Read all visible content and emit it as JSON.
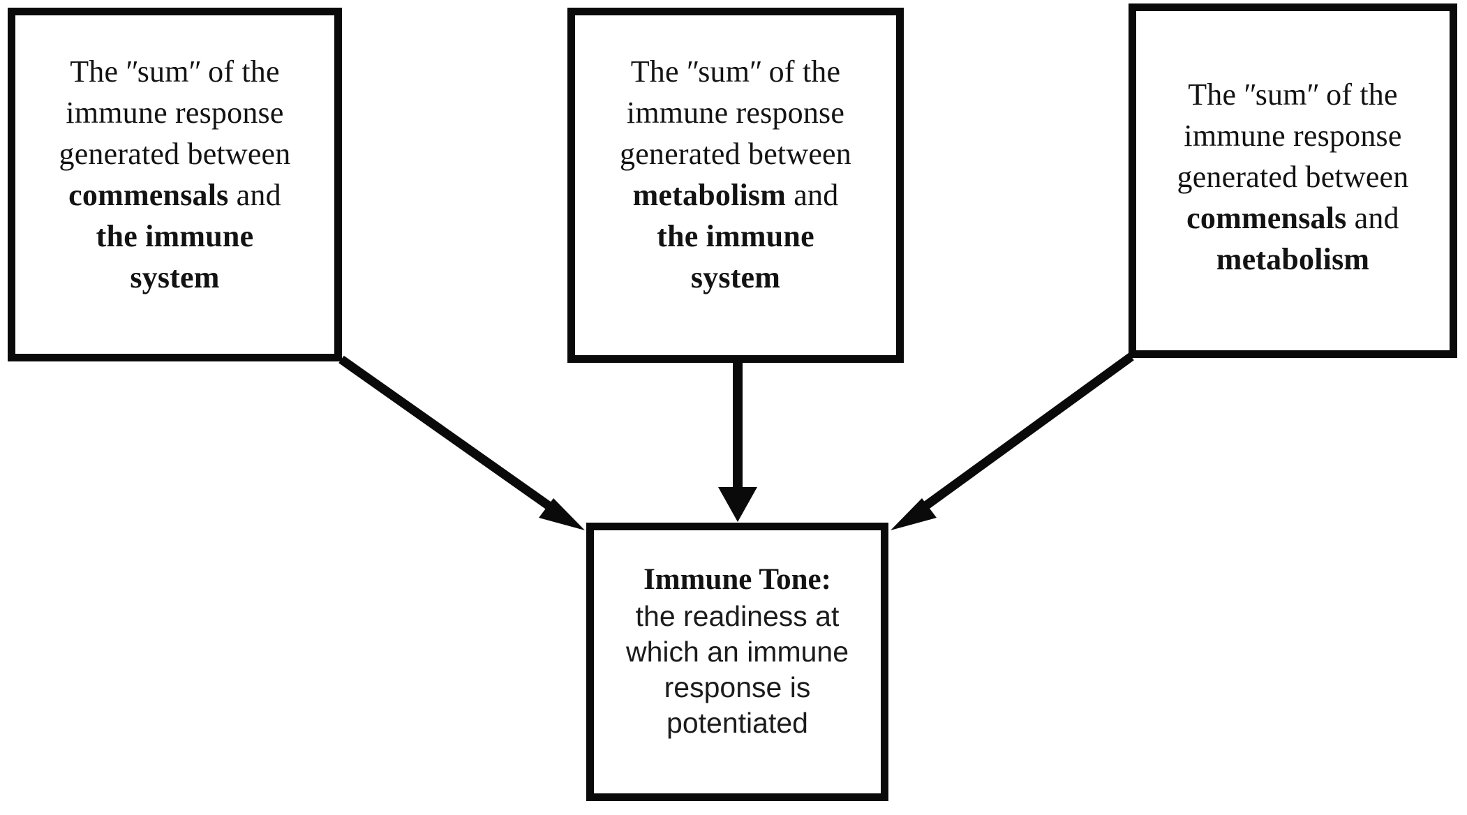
{
  "diagram": {
    "title": "Immune Tone conceptual diagram",
    "background_color": "#ffffff",
    "line_color": "#0a0a0a",
    "text_color": "#131313",
    "nodes": {
      "left": {
        "line1": "The ʺsumʺ of the",
        "line2": "immune response",
        "line3": "generated between",
        "line4_bold": "commensals",
        "line4_plain": " and",
        "line5_bold": "the immune",
        "line6_bold": "system"
      },
      "middle": {
        "line1": "The ʺsumʺ of the",
        "line2": "immune response",
        "line3": "generated between",
        "line4_bold": "metabolism",
        "line4_plain": " and",
        "line5_bold": "the immune",
        "line6_bold": "system"
      },
      "right": {
        "line1": "The ʺsumʺ of the",
        "line2": "immune response",
        "line3": "generated between",
        "line4_bold": "commensals",
        "line4_plain": " and",
        "line5_bold": "metabolism"
      },
      "bottom": {
        "title": "Immune Tone:",
        "body_line1": "the readiness at",
        "body_line2": "which an immune",
        "body_line3": "response is",
        "body_line4": "potentiated"
      }
    },
    "arrows": [
      {
        "name": "left-to-bottom",
        "from": "left box",
        "to": "bottom box",
        "style": "diagonal-down-right"
      },
      {
        "name": "middle-to-bottom",
        "from": "middle box",
        "to": "bottom box",
        "style": "vertical-down"
      },
      {
        "name": "right-to-bottom",
        "from": "right box",
        "to": "bottom box",
        "style": "diagonal-down-left"
      }
    ]
  }
}
